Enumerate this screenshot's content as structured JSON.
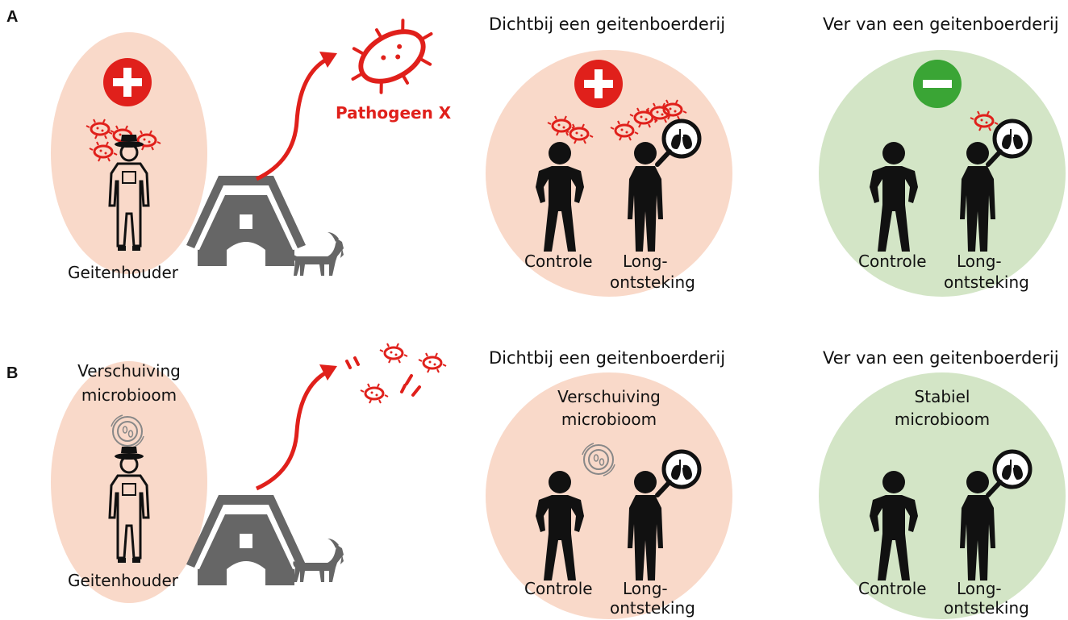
{
  "panels": [
    {
      "letter": "A",
      "keeper_label": "Geitenhouder",
      "pathogen_label": "Pathogeen X",
      "near": {
        "title": "Dichtbij een geitenboerderij",
        "control_label": "Controle",
        "patient_label_1": "Long-",
        "patient_label_2": "ontsteking"
      },
      "far": {
        "title": "Ver van een geitenboerderij",
        "control_label": "Controle",
        "patient_label_1": "Long-",
        "patient_label_2": "ontsteking"
      }
    },
    {
      "letter": "B",
      "keeper_label": "Geitenhouder",
      "keeper_note_1": "Verschuiving",
      "keeper_note_2": "microbioom",
      "near": {
        "title": "Dichtbij een geitenboerderij",
        "note_1": "Verschuiving",
        "note_2": "microbioom",
        "control_label": "Controle",
        "patient_label_1": "Long-",
        "patient_label_2": "ontsteking"
      },
      "far": {
        "title": "Ver van een geitenboerderij",
        "note_1": "Stabiel",
        "note_2": "microbioom",
        "control_label": "Controle",
        "patient_label_1": "Long-",
        "patient_label_2": "ontsteking"
      }
    }
  ],
  "colors": {
    "peach": "#f9d9c9",
    "green": "#d3e5c6",
    "red": "#e0201b",
    "green_badge": "#3aa535",
    "barn": "#666666",
    "person": "#111111"
  }
}
